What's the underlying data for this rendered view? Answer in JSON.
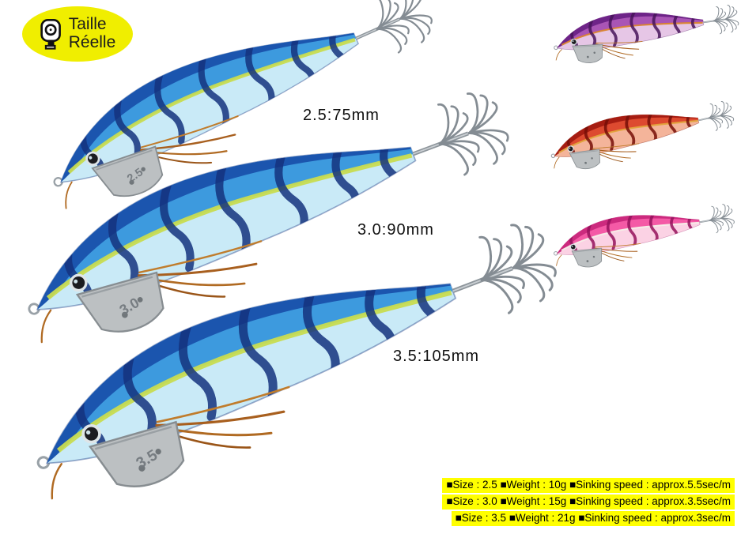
{
  "title_badge": {
    "icon": "measuring-tape-icon",
    "line1": "Taille",
    "line2": "Réelle",
    "bg_color": "#f0ee00",
    "text_color": "#1c1c1c"
  },
  "size_labels": {
    "s25": "2.5:75mm",
    "s30": "3.0:90mm",
    "s35": "3.5:105mm"
  },
  "lures": {
    "main": [
      {
        "size": "2.5",
        "sinker_text": "2.5",
        "color_name": "blue"
      },
      {
        "size": "3.0",
        "sinker_text": "3.0",
        "color_name": "blue"
      },
      {
        "size": "3.5",
        "sinker_text": "3.5",
        "color_name": "blue"
      }
    ],
    "variants": [
      {
        "color_name": "purple"
      },
      {
        "color_name": "red"
      },
      {
        "color_name": "pink"
      }
    ]
  },
  "colors": {
    "blue": {
      "hex": "#2f7fd0",
      "style": "--c-back:#1b55ae;--c-mid:#3d9ade;--c-belly:#c9eaf7;--c-stripe:#14337e;--c-line:#c8dc50;"
    },
    "purple": {
      "hex": "#9a3fa5",
      "style": "--c-back:#6e2488;--c-mid:#a955b5;--c-belly:#e6c6e6;--c-stripe:#461459;--c-line:#d9842f;"
    },
    "red": {
      "hex": "#d03020",
      "style": "--c-back:#a61d12;--c-mid:#dd4a30;--c-belly:#f4b49a;--c-stripe:#760e07;--c-line:#e2a43c;"
    },
    "pink": {
      "hex": "#ee3f96",
      "style": "--c-back:#cc2a7e;--c-mid:#f45aa6;--c-belly:#fbd2e4;--c-stripe:#94125c;--c-line:#f6efe8;"
    }
  },
  "specs": {
    "bg_color": "#ffff00",
    "rows": [
      {
        "text": "■Size : 2.5 ■Weight : 10g ■Sinking speed : approx.5.5sec/m"
      },
      {
        "text": "■Size : 3.0 ■Weight : 15g ■Sinking speed : approx.3.5sec/m"
      },
      {
        "text": "■Size : 3.5 ■Weight : 21g ■Sinking speed : approx.3sec/m"
      }
    ]
  }
}
